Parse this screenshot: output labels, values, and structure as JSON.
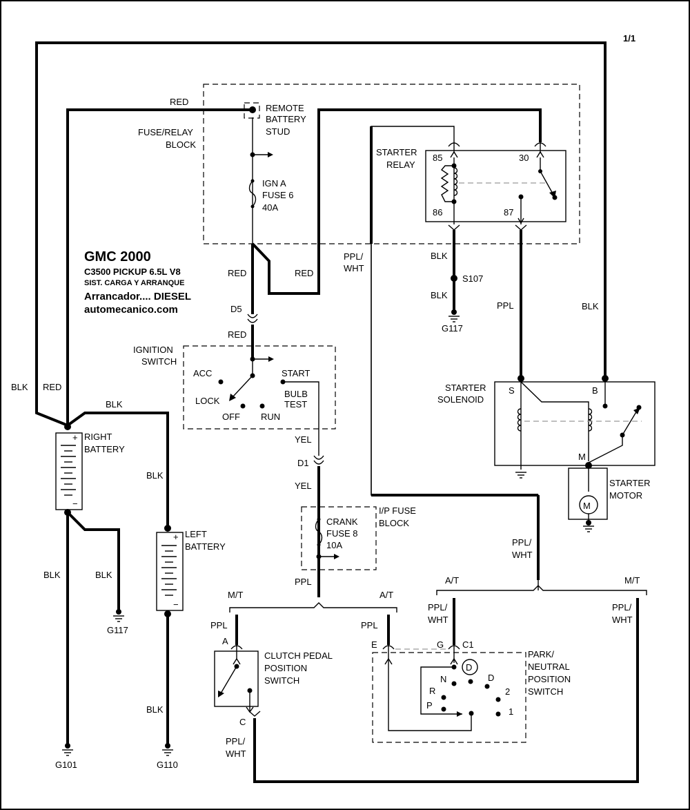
{
  "page": {
    "number": "1/1"
  },
  "header": {
    "title": "GMC 2000",
    "vehicle": "C3500 PICKUP  6.5L  V8",
    "system": "SIST. CARGA Y ARRANQUE",
    "section": "Arrancador....    DIESEL",
    "website": "automecanico.com"
  },
  "wires": {
    "red": "RED",
    "blk": "BLK",
    "yel": "YEL",
    "ppl": "PPL",
    "ppl_wht_1": "PPL/",
    "ppl_wht_2": "WHT"
  },
  "fuse_relay_block": {
    "label_1": "FUSE/RELAY",
    "label_2": "BLOCK",
    "stud_1": "REMOTE",
    "stud_2": "BATTERY",
    "stud_3": "STUD",
    "fuse_1": "IGN A",
    "fuse_2": "FUSE 6",
    "fuse_3": "40A"
  },
  "starter_relay": {
    "label_1": "STARTER",
    "label_2": "RELAY",
    "pin_85": "85",
    "pin_86": "86",
    "pin_30": "30",
    "pin_87": "87"
  },
  "splice": "S107",
  "grounds": {
    "g117": "G117",
    "g101": "G101",
    "g110": "G110"
  },
  "connectors": {
    "d5": "D5",
    "d1": "D1",
    "a": "A",
    "c": "C",
    "e": "E",
    "g": "G",
    "c1": "C1"
  },
  "ignition_switch": {
    "label_1": "IGNITION",
    "label_2": "SWITCH",
    "acc": "ACC",
    "lock": "LOCK",
    "off": "OFF",
    "run": "RUN",
    "start": "START",
    "bulb_1": "BULB",
    "bulb_2": "TEST"
  },
  "ip_fuse_block": {
    "label_1": "I/P FUSE",
    "label_2": "BLOCK",
    "fuse_1": "CRANK",
    "fuse_2": "FUSE 8",
    "fuse_3": "10A"
  },
  "batteries": {
    "right_1": "RIGHT",
    "right_2": "BATTERY",
    "left_1": "LEFT",
    "left_2": "BATTERY",
    "plus": "+",
    "minus": "−"
  },
  "starter_solenoid": {
    "label_1": "STARTER",
    "label_2": "SOLENOID",
    "s": "S",
    "b": "B",
    "m": "M"
  },
  "starter_motor": {
    "label_1": "STARTER",
    "label_2": "MOTOR",
    "symbol": "M"
  },
  "transmission": {
    "mt": "M/T",
    "at": "A/T"
  },
  "clutch_switch": {
    "label_1": "CLUTCH PEDAL",
    "label_2": "POSITION",
    "label_3": "SWITCH"
  },
  "pn_switch": {
    "label_1": "PARK/",
    "label_2": "NEUTRAL",
    "label_3": "POSITION",
    "label_4": "SWITCH",
    "p": "P",
    "r": "R",
    "n": "N",
    "d_circle": "D",
    "d": "D",
    "two": "2",
    "one": "1"
  }
}
